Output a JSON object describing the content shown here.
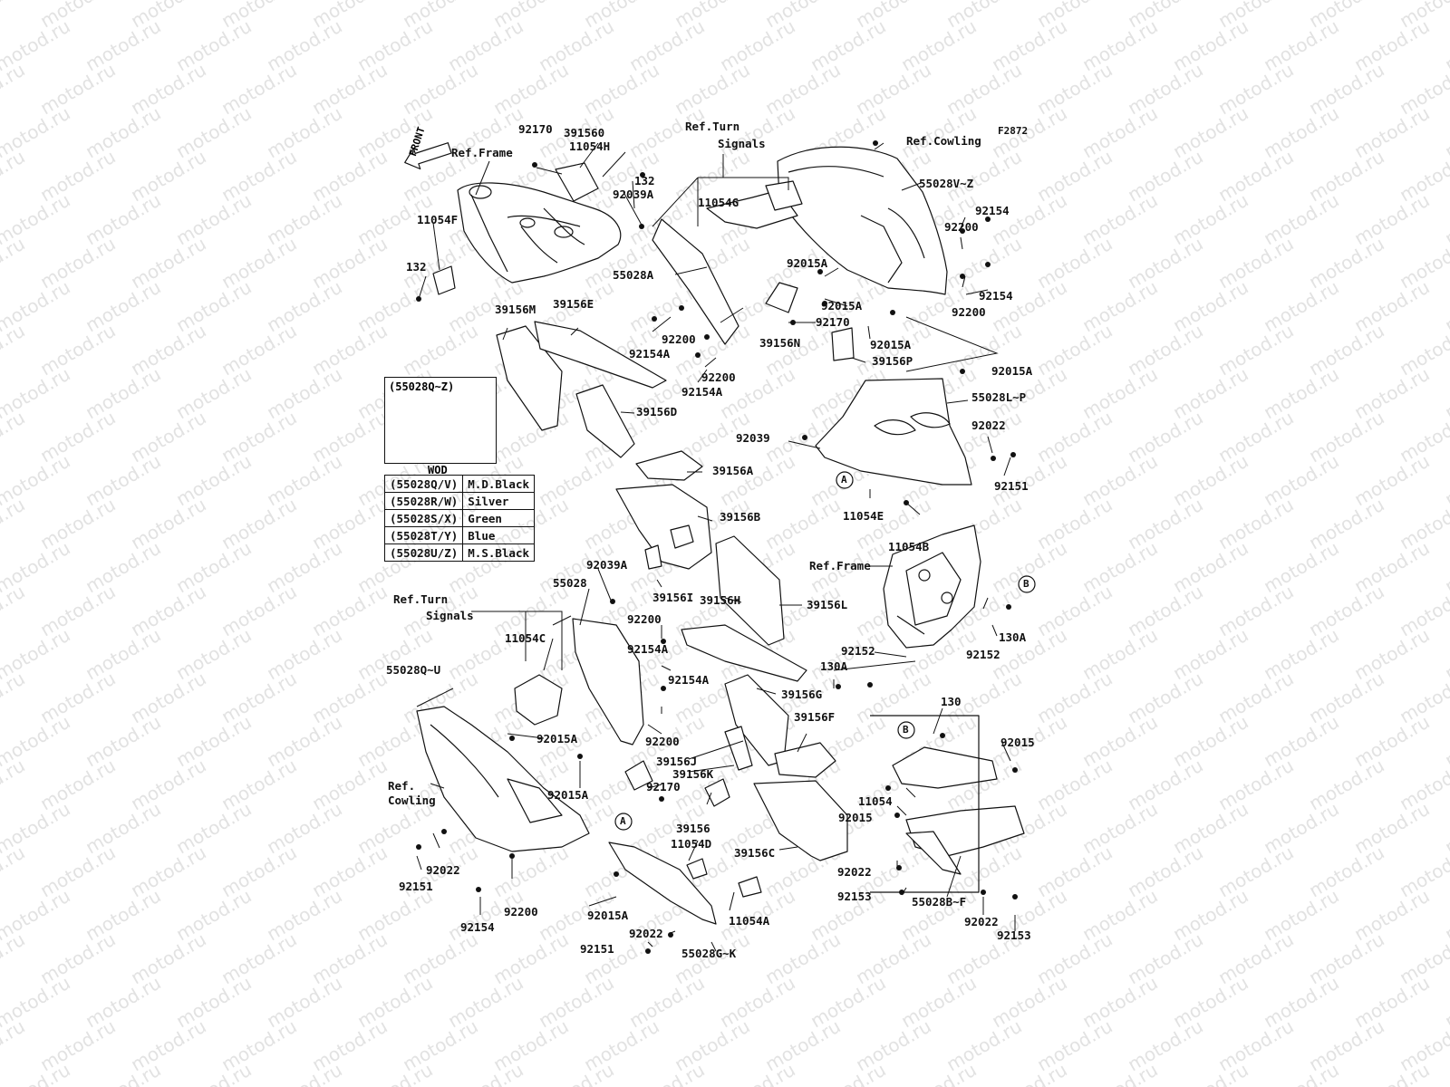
{
  "watermark": "motod.ru",
  "figure_code": "F2872",
  "front_arrow_label": "FRONT",
  "variant_box_title": "(55028Q~Z)",
  "color_table": {
    "header": "WOD",
    "rows": [
      {
        "code": "(55028Q/V)",
        "color": "M.D.Black"
      },
      {
        "code": "(55028R/W)",
        "color": "Silver"
      },
      {
        "code": "(55028S/X)",
        "color": "Green"
      },
      {
        "code": "(55028T/Y)",
        "color": "Blue"
      },
      {
        "code": "(55028U/Z)",
        "color": "M.S.Black"
      }
    ]
  },
  "labels": {
    "p92170a": "92170",
    "p391560": "391560",
    "p11054h": "11054H",
    "ref_frame_top": "Ref.Frame",
    "p132a": "132",
    "p92039a_top": "92039A",
    "p11054f": "11054F",
    "p132b": "132",
    "ref_turn_top_1": "Ref.Turn",
    "ref_turn_top_2": "Signals",
    "p11054g": "11054G",
    "p55028a": "55028A",
    "ref_cowling_top": "Ref.Cowling",
    "p55028vz": "55028V~Z",
    "p92200a": "92200",
    "p92154a_r": "92154",
    "p92200b": "92200",
    "p92154b_r": "92154",
    "p92015a_1": "92015A",
    "p92015a_2": "92015A",
    "p92170b": "92170",
    "p39156m": "39156M",
    "p39156e": "39156E",
    "p92200c": "92200",
    "p92154a_1": "92154A",
    "p39156n": "39156N",
    "p92015a_3": "92015A",
    "p39156p": "39156P",
    "p92200d": "92200",
    "p92154a_2": "92154A",
    "p92015a_4": "92015A",
    "p55028lp": "55028L~P",
    "p39156d": "39156D",
    "p92039": "92039",
    "p92022a": "92022",
    "p92151a": "92151",
    "p39156a": "39156A",
    "p11054e": "11054E",
    "p39156b": "39156B",
    "p11054b": "11054B",
    "ref_frame_mid": "Ref.Frame",
    "p92039a_mid": "92039A",
    "p55028": "55028",
    "p39156i": "39156I",
    "p39156h": "39156H",
    "p39156l": "39156L",
    "ref_turn_left_1": "Ref.Turn",
    "ref_turn_left_2": "Signals",
    "p92200e": "92200",
    "p11054c": "11054C",
    "p92154a_3": "92154A",
    "p55028qu": "55028Q~U",
    "p92152a": "92152",
    "p92152b": "92152",
    "p130a_1": "130A",
    "p130a_2": "130A",
    "p39156g": "39156G",
    "p92154a_4": "92154A",
    "p92015a_5": "92015A",
    "p92200f": "92200",
    "p130": "130",
    "p39156f": "39156F",
    "p92015": "92015",
    "p39156j": "39156J",
    "p39156k": "39156K",
    "ref_cowling_left_1": "Ref.",
    "ref_cowling_left_2": "Cowling",
    "p92015a_6": "92015A",
    "p92170c": "92170",
    "p11054": "11054",
    "p92015b": "92015",
    "p39156": "39156",
    "p11054d": "11054D",
    "p39156c": "39156C",
    "p92022b": "92022",
    "p92151b": "92151",
    "p92200g": "92200",
    "p92154c": "92154",
    "p92015a_7": "92015A",
    "p11054a": "11054A",
    "p92022c": "92022",
    "p92151c": "92151",
    "p55028gk": "55028G~K",
    "p92022d": "92022",
    "p92153a": "92153",
    "p55028bf": "55028B~F",
    "p92022e": "92022",
    "p92153b": "92153",
    "callout_a": "A",
    "callout_b": "B"
  }
}
